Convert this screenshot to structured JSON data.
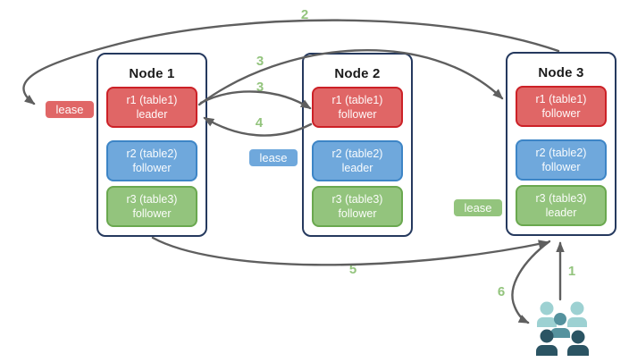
{
  "nodes": [
    {
      "name": "Node 1",
      "replicas": [
        {
          "label": "r1 (table1)",
          "role": "leader",
          "color_key": "red"
        },
        {
          "label": "r2 (table2)",
          "role": "follower",
          "color_key": "blue"
        },
        {
          "label": "r3 (table3)",
          "role": "follower",
          "color_key": "green"
        }
      ]
    },
    {
      "name": "Node 2",
      "replicas": [
        {
          "label": "r1 (table1)",
          "role": "follower",
          "color_key": "red"
        },
        {
          "label": "r2 (table2)",
          "role": "leader",
          "color_key": "blue"
        },
        {
          "label": "r3 (table3)",
          "role": "follower",
          "color_key": "green"
        }
      ]
    },
    {
      "name": "Node 3",
      "replicas": [
        {
          "label": "r1 (table1)",
          "role": "follower",
          "color_key": "red"
        },
        {
          "label": "r2 (table2)",
          "role": "follower",
          "color_key": "blue"
        },
        {
          "label": "r3 (table3)",
          "role": "leader",
          "color_key": "green"
        }
      ]
    }
  ],
  "leases": [
    {
      "label": "lease",
      "color_key": "red"
    },
    {
      "label": "lease",
      "color_key": "blue"
    },
    {
      "label": "lease",
      "color_key": "green"
    }
  ],
  "steps": {
    "s1": "1",
    "s2": "2",
    "s3a": "3",
    "s3b": "3",
    "s4": "4",
    "s5": "5",
    "s6": "6"
  },
  "icons": {
    "clients": "people-group-icon"
  },
  "colors": {
    "red_fill": "#e06666",
    "red_border": "#cc2127",
    "blue_fill": "#6fa8dc",
    "blue_border": "#3d85c6",
    "green_fill": "#93c47d",
    "green_border": "#6aa84f",
    "node_border": "#25395e",
    "arrow": "#5f5f5f",
    "step_label": "#93c47d",
    "people_light": "#9dd1d2",
    "people_mid": "#55929e",
    "people_dark": "#2b5463"
  }
}
